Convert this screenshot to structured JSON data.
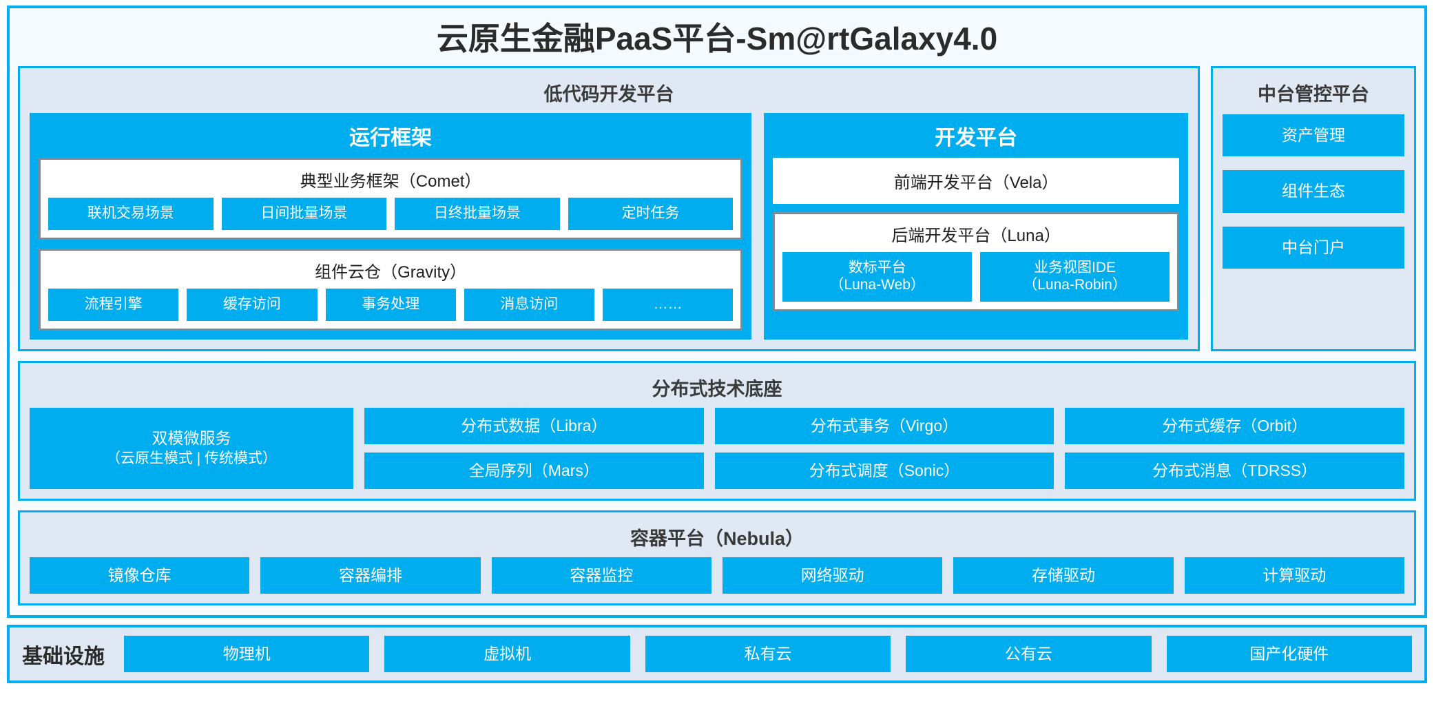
{
  "title": "云原生金融PaaS平台-Sm@rtGalaxy4.0",
  "colors": {
    "accent": "#00aeef",
    "panel_bg": "#dfe8f3",
    "shell_bg": "#f4fafe",
    "inner_border": "#808a93",
    "text_dark": "#2b2b2b",
    "text_white": "#ffffff"
  },
  "lowcode": {
    "title": "低代码开发平台",
    "runtime": {
      "title": "运行框架",
      "comet": {
        "title": "典型业务框架（Comet）",
        "chips": [
          "联机交易场景",
          "日间批量场景",
          "日终批量场景",
          "定时任务"
        ]
      },
      "gravity": {
        "title": "组件云仓（Gravity）",
        "chips": [
          "流程引擎",
          "缓存访问",
          "事务处理",
          "消息访问",
          "……"
        ]
      }
    },
    "devplatform": {
      "title": "开发平台",
      "vela": "前端开发平台（Vela）",
      "luna": {
        "title": "后端开发平台（Luna）",
        "chips": [
          {
            "name": "数标平台",
            "sub": "（Luna-Web）"
          },
          {
            "name": "业务视图IDE",
            "sub": "（Luna-Robin）"
          }
        ]
      }
    }
  },
  "midcontrol": {
    "title": "中台管控平台",
    "chips": [
      "资产管理",
      "组件生态",
      "中台门户"
    ]
  },
  "distbase": {
    "title": "分布式技术底座",
    "microservice": {
      "name": "双模微服务",
      "sub": "（云原生模式 | 传统模式）"
    },
    "grid": [
      "分布式数据（Libra）",
      "分布式事务（Virgo）",
      "分布式缓存（Orbit）",
      "全局序列（Mars）",
      "分布式调度（Sonic）",
      "分布式消息（TDRSS）"
    ]
  },
  "container": {
    "title": "容器平台（Nebula）",
    "chips": [
      "镜像仓库",
      "容器编排",
      "容器监控",
      "网络驱动",
      "存储驱动",
      "计算驱动"
    ]
  },
  "infrastructure": {
    "label": "基础设施",
    "chips": [
      "物理机",
      "虚拟机",
      "私有云",
      "公有云",
      "国产化硬件"
    ]
  }
}
